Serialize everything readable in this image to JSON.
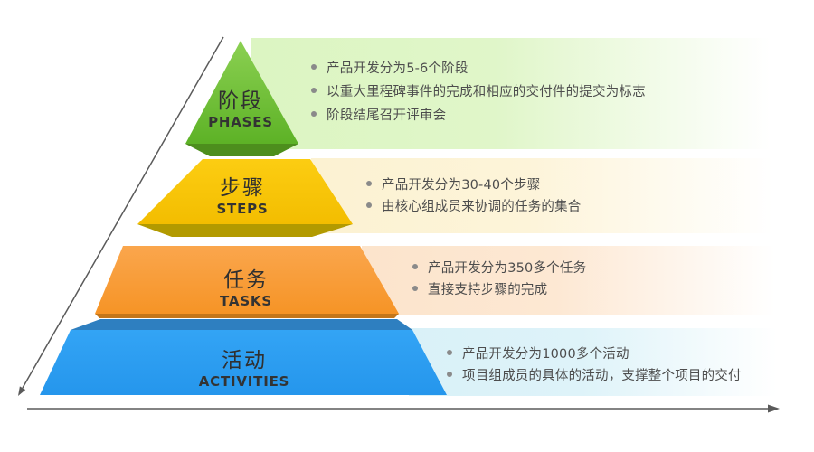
{
  "diagram_type": "pyramid-hierarchy",
  "levels": [
    {
      "zh": "阶段",
      "en": "PHASES",
      "face_color": "#6ebf33",
      "base_color": "#4d8e1d",
      "banner_color": "#dcf5c2",
      "bullets": [
        "产品开发分为5-6个阶段",
        "以重大里程碑事件的完成和相应的交付件的提交为标志",
        "阶段结尾召开评审会"
      ]
    },
    {
      "zh": "步骤",
      "en": "STEPS",
      "face_color": "#f8c602",
      "base_color": "#b29a00",
      "banner_color": "#fcf2d2",
      "bullets": [
        "产品开发分为30-40个步骤",
        "由核心组成员来协调的任务的集合"
      ]
    },
    {
      "zh": "任务",
      "en": "TASKS",
      "face_color": "#f89d3e",
      "base_color": "#c4761a",
      "banner_color": "#fce4cc",
      "bullets": [
        "产品开发分为350多个任务",
        "直接支持步骤的完成"
      ]
    },
    {
      "zh": "活动",
      "en": "ACTIVITIES",
      "face_color": "#2b9ff2",
      "base_color": "#2e7fc0",
      "banner_color": "#d9f1f8",
      "bullets": [
        "产品开发分为1000多个活动",
        "项目组成员的具体的活动，支撑整个项目的交付"
      ]
    }
  ],
  "icons": {
    "bullet": "dot",
    "diagonal_axis": "arrow-down-left",
    "horizontal_axis": "arrow-right"
  },
  "axis_color": "#5a5a5a"
}
